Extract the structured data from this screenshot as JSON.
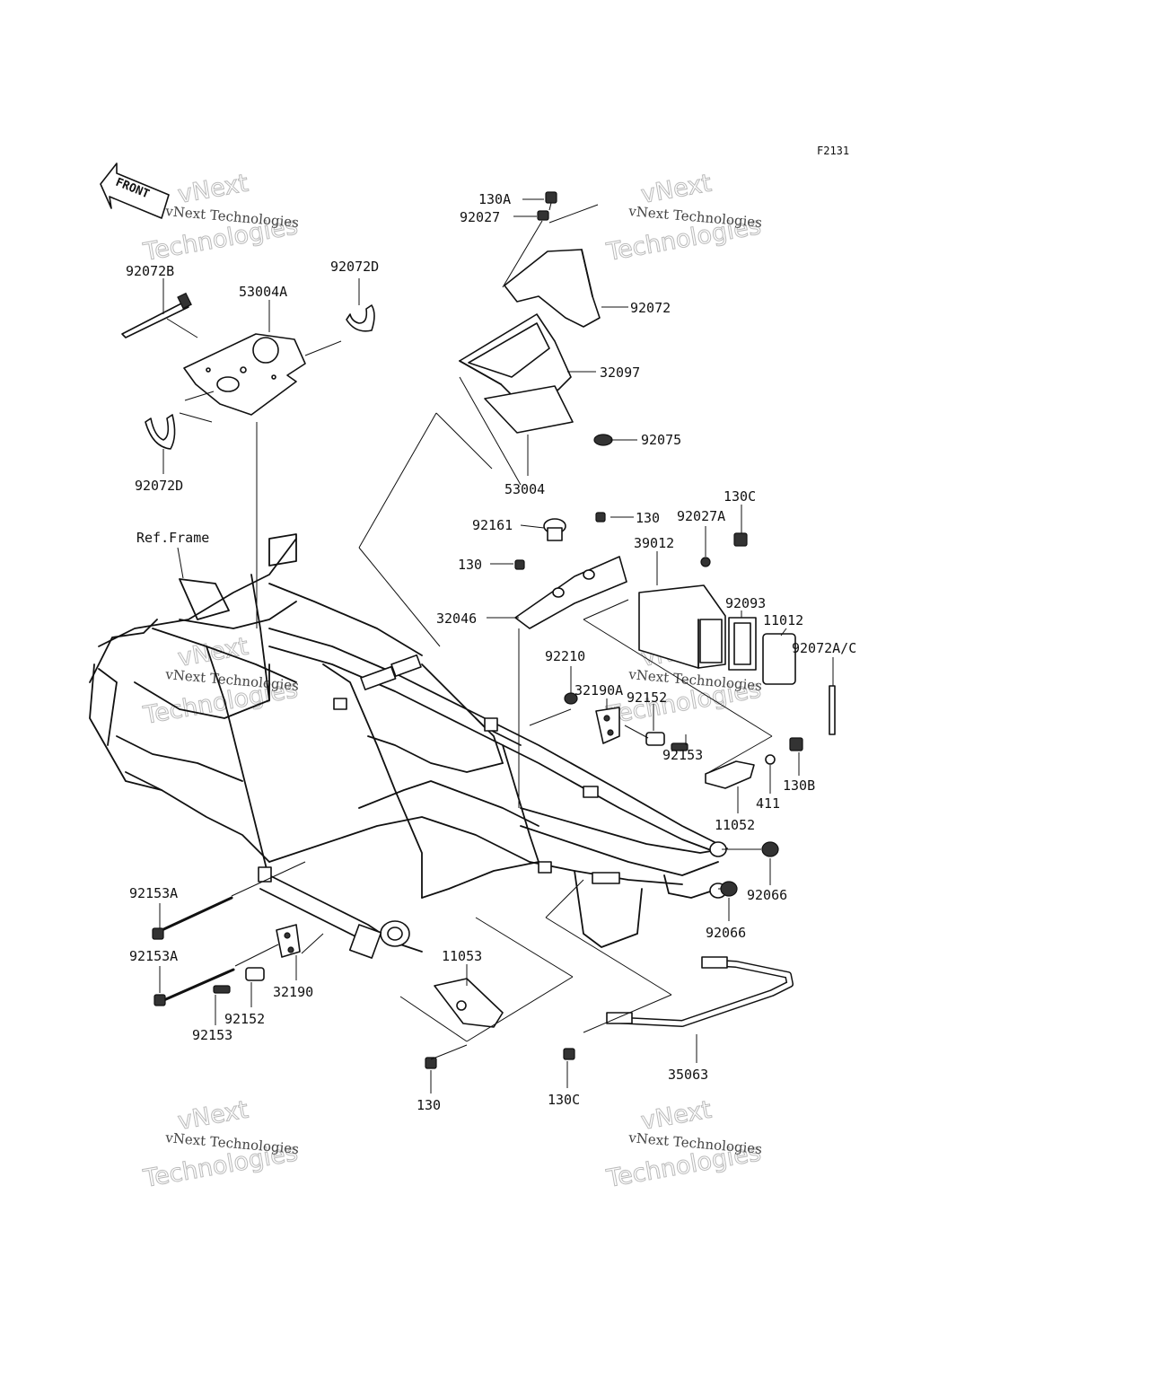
{
  "diagram_code": "F2131",
  "front_label": "FRONT",
  "ref_frame_label": "Ref.Frame",
  "watermark": {
    "line1": "vNext Technologies",
    "line2": "vNext",
    "line3": "Technologies"
  },
  "part_labels": {
    "p130A": "130A",
    "p92027": "92027",
    "p92072": "92072",
    "p32097": "32097",
    "p92075": "92075",
    "p53004": "53004",
    "p92072B": "92072B",
    "p53004A": "53004A",
    "p92072D_top": "92072D",
    "p92072D_bottom": "92072D",
    "p92161": "92161",
    "p130_top": "130",
    "p130_mid": "130",
    "p32046": "32046",
    "p130C_top": "130C",
    "p92027A": "92027A",
    "p39012": "39012",
    "p92093": "92093",
    "p11012": "11012",
    "p92072AC": "92072A/C",
    "p92210": "92210",
    "p92152_right": "92152",
    "p32190A": "32190A",
    "p92153_right": "92153",
    "p130B": "130B",
    "p411": "411",
    "p11052": "11052",
    "p92066_a": "92066",
    "p92066_b": "92066",
    "p92153A_top": "92153A",
    "p92153A_bottom": "92153A",
    "p32190": "32190",
    "p92152_left": "92152",
    "p92153_left": "92153",
    "p11053": "11053",
    "p130_bottom": "130",
    "p130C_bottom": "130C",
    "p35063": "35063"
  }
}
